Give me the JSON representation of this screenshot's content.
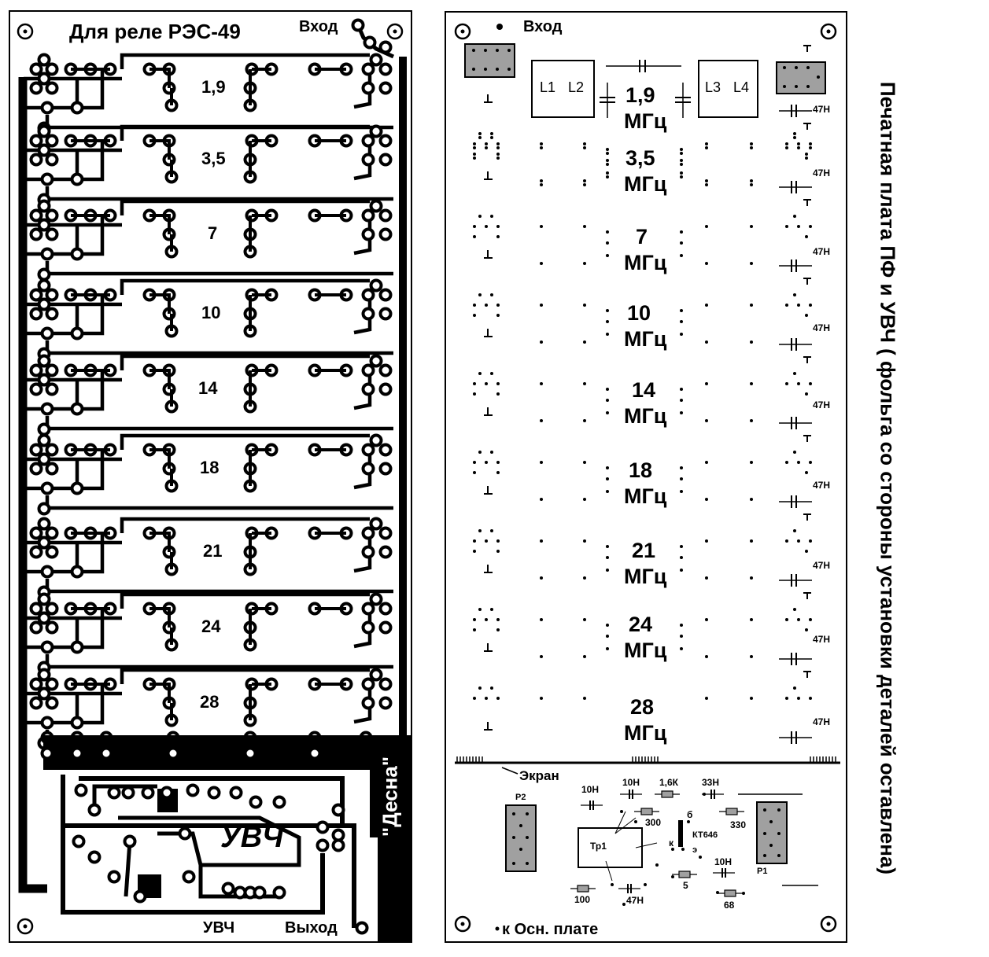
{
  "left_board": {
    "title": "Для реле РЭС-49",
    "input_label": "Вход",
    "band_labels": [
      "1,9",
      "3,5",
      "7",
      "10",
      "14",
      "18",
      "21",
      "24",
      "28"
    ],
    "uhf_label": "УВЧ",
    "uhf_bottom_label": "УВЧ",
    "output_label": "Выход",
    "brand_label": "\"Десна\""
  },
  "right_board": {
    "input_label": "Вход",
    "coil_labels": [
      "L1",
      "L2",
      "L3",
      "L4"
    ],
    "bands": [
      {
        "value": "1,9",
        "unit": "МГц"
      },
      {
        "value": "3,5",
        "unit": "МГц"
      },
      {
        "value": "7",
        "unit": "МГц"
      },
      {
        "value": "10",
        "unit": "МГц"
      },
      {
        "value": "14",
        "unit": "МГц"
      },
      {
        "value": "18",
        "unit": "МГц"
      },
      {
        "value": "21",
        "unit": "МГц"
      },
      {
        "value": "24",
        "unit": "МГц"
      },
      {
        "value": "28",
        "unit": "МГц"
      }
    ],
    "cap_label": "47Н",
    "screen_label": "Экран",
    "relay_labels": [
      "Р2",
      "Р1"
    ],
    "component_labels": {
      "c1": "10Н",
      "c2": "10Н",
      "r1": "1,6К",
      "c3": "33Н",
      "r2": "300",
      "r3": "330",
      "transistor": "КТ646",
      "pin_b": "б",
      "pin_k": "к",
      "pin_e": "э",
      "transformer": "Тр1",
      "c4": "10Н",
      "r4": "5",
      "r5": "100",
      "c5": "47Н",
      "r6": "68"
    },
    "main_board_label": "к Осн. плате"
  },
  "side_title": "Печатная плата ПФ и УВЧ  ( фольга со стороны установки деталей оставлена)"
}
